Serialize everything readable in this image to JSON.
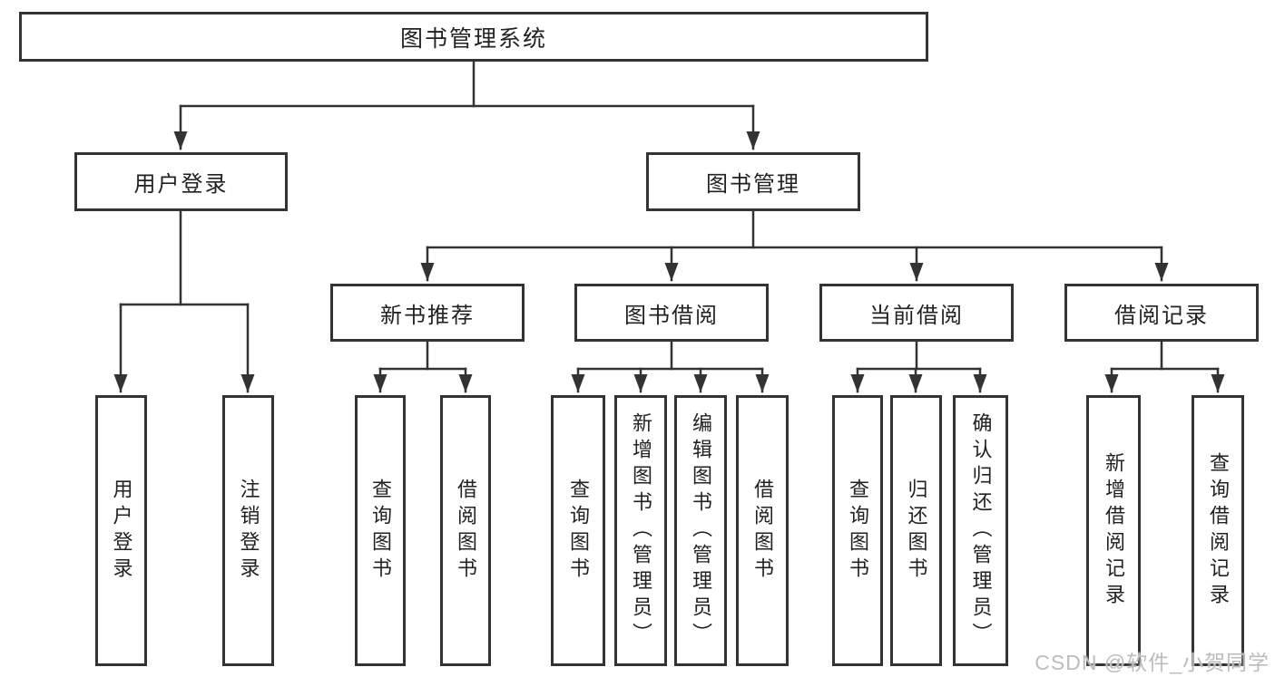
{
  "colors": {
    "line": "#333333",
    "text": "#222222",
    "box_background": "#ffffff",
    "watermark": "#bcbcbe"
  },
  "diagram": {
    "root": {
      "label": "图书管理系统"
    },
    "branches": [
      {
        "label": "用户登录",
        "children": [
          {
            "label": "用户登录"
          },
          {
            "label": "注销登录"
          }
        ]
      },
      {
        "label": "图书管理",
        "sections": [
          {
            "label": "新书推荐",
            "children": [
              {
                "label": "查询图书"
              },
              {
                "label": "借阅图书"
              }
            ]
          },
          {
            "label": "图书借阅",
            "children": [
              {
                "label": "查询图书"
              },
              {
                "label": "新增图书（管理员）"
              },
              {
                "label": "编辑图书（管理员）"
              },
              {
                "label": "借阅图书"
              }
            ]
          },
          {
            "label": "当前借阅",
            "children": [
              {
                "label": "查询图书"
              },
              {
                "label": "归还图书"
              },
              {
                "label": "确认归还（管理员）"
              }
            ]
          },
          {
            "label": "借阅记录",
            "children": [
              {
                "label": "新增借阅记录"
              },
              {
                "label": "查询借阅记录"
              }
            ]
          }
        ]
      }
    ]
  },
  "watermark": {
    "text": "CSDN @软件_小贺同学"
  }
}
